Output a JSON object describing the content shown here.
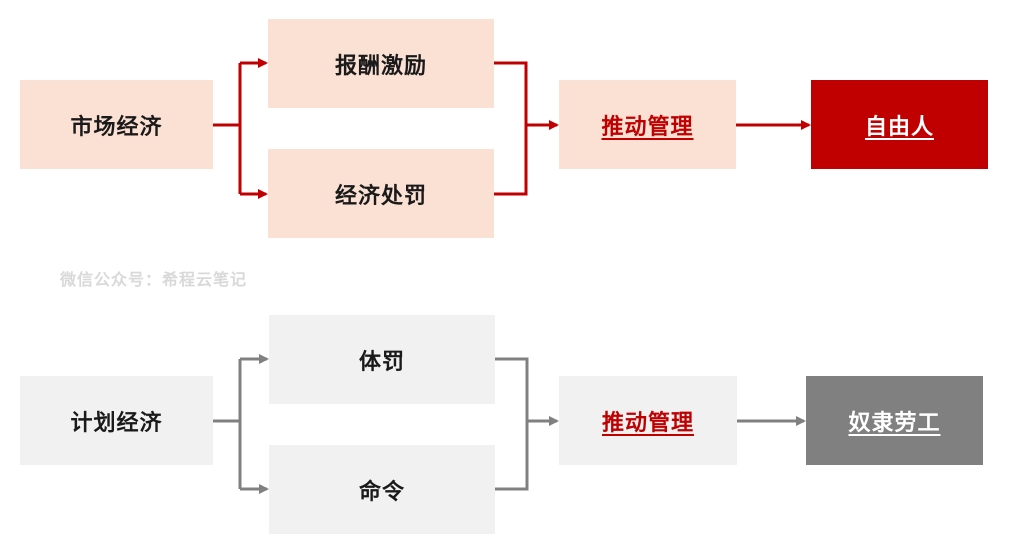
{
  "top": {
    "source": "市场经济",
    "branch1": "报酬激励",
    "branch2": "经济处罚",
    "mid": "推动管理",
    "result": "自由人",
    "color": "#c00000"
  },
  "bottom": {
    "source": "计划经济",
    "branch1": "体罚",
    "branch2": "命令",
    "mid": "推动管理",
    "result": "奴隶劳工",
    "color": "#808080"
  },
  "watermark": "微信公众号：希程云笔记"
}
